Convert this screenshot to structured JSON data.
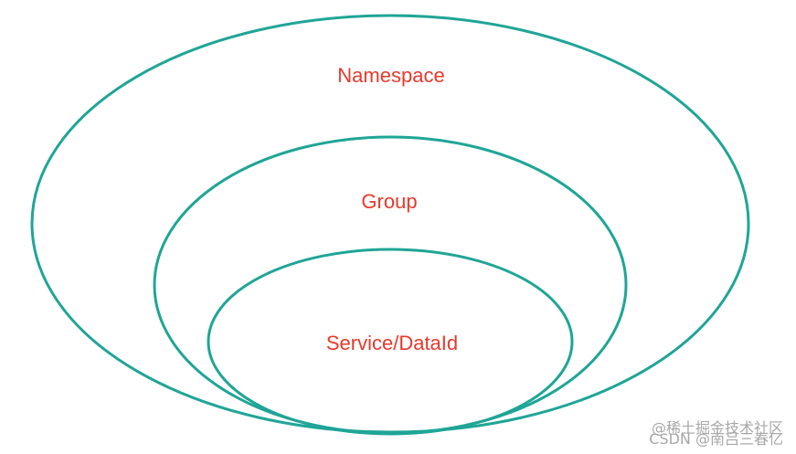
{
  "diagram": {
    "colors": {
      "ring_stroke": "#1fa597",
      "label_text": "#e8392b",
      "watermark_text": "#8a8a8a"
    },
    "rings": [
      {
        "label": "Namespace"
      },
      {
        "label": "Group"
      },
      {
        "label": "Service/DataId"
      }
    ]
  },
  "watermark": {
    "line1": "@稀土掘金技术社区",
    "line2": "CSDN @南吕三春亿"
  }
}
